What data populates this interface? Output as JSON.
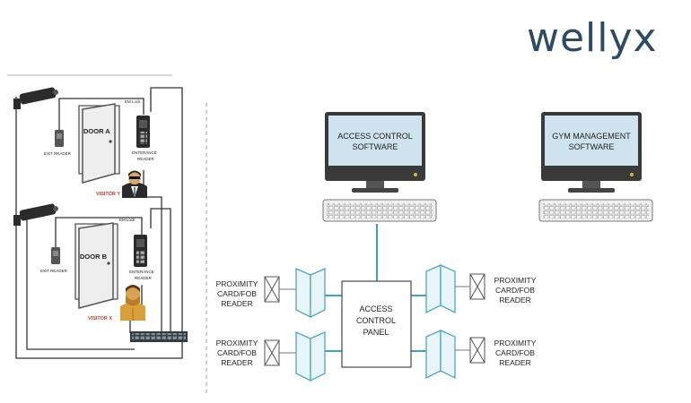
{
  "brand": {
    "name": "wellyx"
  },
  "left_panel": {
    "door_a": {
      "door_label": "DOOR A",
      "em_lock_label": "EM Lock",
      "exit_reader_label": "EXIT READER",
      "entrance_reader_label_1": "ENTERANCE",
      "entrance_reader_label_2": "READER",
      "visitor_label": "VISITOR Y"
    },
    "door_b": {
      "door_label": "DOOR B",
      "em_lock_label": "EM Lock",
      "exit_reader_label": "EXIT READER",
      "entrance_reader_label_1": "ENTERANCE",
      "entrance_reader_label_2": "READER",
      "visitor_label": "VISITOR X"
    }
  },
  "right_panel": {
    "access_control_software": {
      "line1": "ACCESS  CONTROL",
      "line2": "SOFTWARE"
    },
    "gym_management_software": {
      "line1": "GYM MANAGEMENT",
      "line2": "SOFTWARE"
    },
    "access_control_panel": {
      "line1": "ACCESS",
      "line2": "CONTROL",
      "line3": "PANEL"
    },
    "readers": [
      {
        "line1": "PROXIMITY",
        "line2": "CARD/FOB",
        "line3": "READER"
      },
      {
        "line1": "PROXIMITY",
        "line2": "CARD/FOB",
        "line3": "READER"
      },
      {
        "line1": "PROXIMITY",
        "line2": "CARD/FOB",
        "line3": "READER"
      },
      {
        "line1": "PROXIMITY",
        "line2": "CARD/FOB",
        "line3": "READER"
      }
    ]
  },
  "colors": {
    "screen": "#cfe3ef",
    "screen_border": "#3a3a3a",
    "connector": "#3aa5c2",
    "door_panel": "#7fb7cc",
    "visitor_label": "#c0392b",
    "brand": "#2f4a63"
  }
}
